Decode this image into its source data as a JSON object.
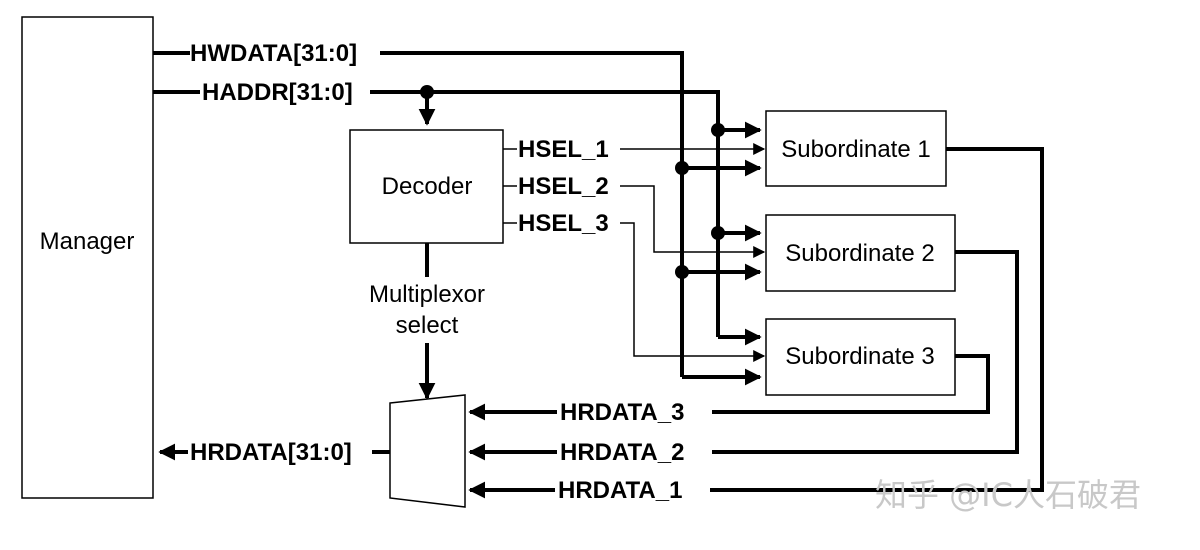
{
  "blocks": {
    "manager": "Manager",
    "decoder": "Decoder",
    "subordinate_1": "Subordinate 1",
    "subordinate_2": "Subordinate 2",
    "subordinate_3": "Subordinate 3"
  },
  "signals": {
    "hwdata": "HWDATA[31:0]",
    "haddr": "HADDR[31:0]",
    "hsel_1": "HSEL_1",
    "hsel_2": "HSEL_2",
    "hsel_3": "HSEL_3",
    "hrdata_out": "HRDATA[31:0]",
    "hrdata_1": "HRDATA_1",
    "hrdata_2": "HRDATA_2",
    "hrdata_3": "HRDATA_3"
  },
  "mux_select": {
    "line1": "Multiplexor",
    "line2": "select"
  },
  "watermark": "知乎 @IC人石破君"
}
